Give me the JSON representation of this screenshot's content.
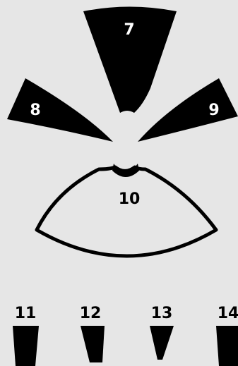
{
  "background_color": "#e6e6e6",
  "shape_color": "#000000",
  "outline_fill_color": "#e6e6e6",
  "light_label_color": "#ffffff",
  "dark_label_color": "#000000",
  "pieces": {
    "p7": "7",
    "p8": "8",
    "p9": "9",
    "p10": "10"
  },
  "bottom_pieces": {
    "p11": "11",
    "p12": "12",
    "p13": "13",
    "p14": "14"
  }
}
